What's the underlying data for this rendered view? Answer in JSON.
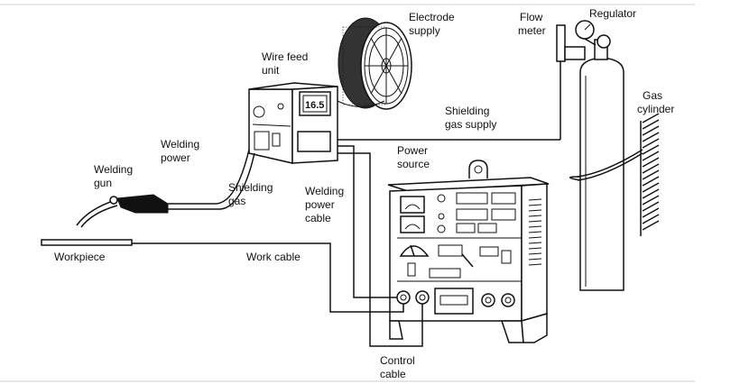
{
  "labels": {
    "electrode_supply": [
      "Electrode",
      "supply"
    ],
    "flow_meter": [
      "Flow",
      "meter"
    ],
    "regulator": "Regulator",
    "wire_feed_unit": [
      "Wire feed",
      "unit"
    ],
    "display_value": "16.5",
    "gas_cylinder": [
      "Gas",
      "cylinder"
    ],
    "shielding_gas_supply": [
      "Shielding",
      "gas supply"
    ],
    "welding_power": [
      "Welding",
      "power"
    ],
    "power_source": [
      "Power",
      "source"
    ],
    "welding_gun": [
      "Welding",
      "gun"
    ],
    "shielding_gas": [
      "Shielding",
      "gas"
    ],
    "welding_power_cable": [
      "Welding",
      "power",
      "cable"
    ],
    "workpiece": "Workpiece",
    "work_cable": "Work cable",
    "control_cable": [
      "Control",
      "cable"
    ]
  }
}
